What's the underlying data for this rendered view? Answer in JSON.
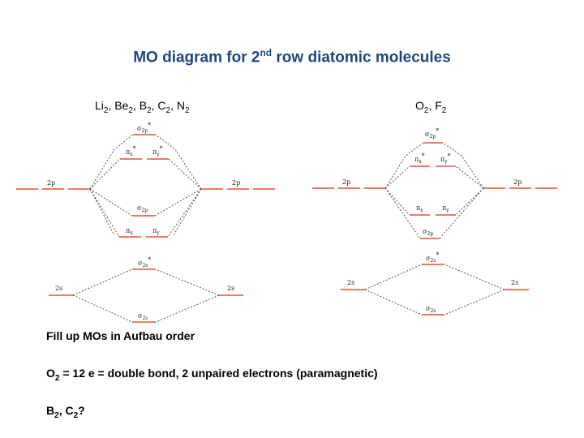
{
  "title": {
    "main": "MO diagram for 2",
    "sup": "nd",
    "rest": " row diatomic molecules"
  },
  "captions": {
    "left": [
      "Li",
      "2",
      ", Be",
      "2",
      ", B",
      "2",
      ", C",
      "2",
      ", N",
      "2"
    ],
    "right": [
      "O",
      "2",
      ", F",
      "2"
    ]
  },
  "atomic_orbitals": {
    "p": "2p",
    "s": "2s"
  },
  "mo_labels": {
    "sigma_2p_star": [
      "σ",
      "2p",
      "*"
    ],
    "pi_x_star": [
      "π",
      "x",
      "*"
    ],
    "pi_y_star": [
      "π",
      "y",
      "*"
    ],
    "sigma_2p": [
      "σ",
      "2p",
      ""
    ],
    "pi_x": [
      "π",
      "x",
      ""
    ],
    "pi_y": [
      "π",
      "y",
      ""
    ],
    "sigma_2s_star": [
      "σ",
      "2s",
      "*"
    ],
    "sigma_2s": [
      "σ",
      "2s",
      ""
    ]
  },
  "body": {
    "line1": "Fill up MOs in Aufbau order",
    "line2": [
      "O",
      "2",
      " = 12 e = double bond, 2 unpaired electrons (paramagnetic)"
    ],
    "line3": [
      "B",
      "2",
      ", C",
      "2",
      "?"
    ]
  },
  "colors": {
    "title": "#1f497d",
    "energy_level": "#e8502a"
  }
}
